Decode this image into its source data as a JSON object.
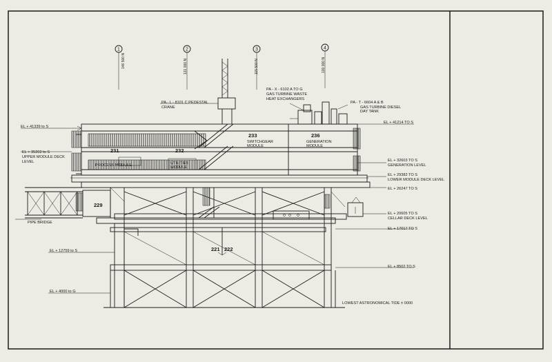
{
  "grid": [
    {
      "label": "1",
      "coord": "146 500 N"
    },
    {
      "label": "2",
      "coord": "131 000 N"
    },
    {
      "label": "3",
      "coord": "115 500 N"
    },
    {
      "label": "4",
      "coord": "100 000 N"
    }
  ],
  "modules": [
    {
      "number": "233",
      "name_l1": "SWITCHGEAR",
      "name_l2": "MODULE"
    },
    {
      "number": "236",
      "name_l1": "GENERATION",
      "name_l2": "MODULE"
    },
    {
      "number": "231",
      "name_l1": "PROCESS MODULE"
    },
    {
      "number": "232",
      "name_l1": "UTILITIES",
      "name_l2": "MODULE"
    },
    {
      "number": "229"
    },
    {
      "number": "221"
    },
    {
      "number": "222"
    }
  ],
  "labels": {
    "crane_l1": "PA - L - 8101 C PEDESTAL",
    "crane_l2": "CRANE",
    "gtwhx_l1": "PA - X - 6102 A TO G",
    "gtwhx_l2": "GAS TURBINE WASTE",
    "gtwhx_l3": "HEAT EXCHANGERS",
    "gtdiesel_l1": "PA - T - 6604 A & B",
    "gtdiesel_l2": "GAS TURBINE DIESEL",
    "gtdiesel_l3": "DAY TANK",
    "pipe_bridge": "PIPE BRIDGE",
    "lat": "LOWEST ASTRONOMICAL TIDE ± 0000"
  },
  "elevations": [
    {
      "l1": "EL + 41339 to S"
    },
    {
      "l1": "EL + 35202 to S",
      "l2": "UPPER MODULE DECK",
      "l3": "LEVEL"
    },
    {
      "l1": "EL + 41214 TO S"
    },
    {
      "l1": "EL + 32603 TO S",
      "l2": "GENERATION LEVEL"
    },
    {
      "l1": "EL + 29382 TO S",
      "l2": "LOWER MODULE DECK LEVEL"
    },
    {
      "l1": "EL + 26247 TO S"
    },
    {
      "l1": "EL + 20605 TO S",
      "l2": "CELLAR DECK LEVEL"
    },
    {
      "l1": "EL + 17017 TO S"
    },
    {
      "l1": "EL + 8502 TO S"
    },
    {
      "l1": "EL + 12759 to S"
    },
    {
      "l1": "EL + 4000 to G"
    }
  ]
}
